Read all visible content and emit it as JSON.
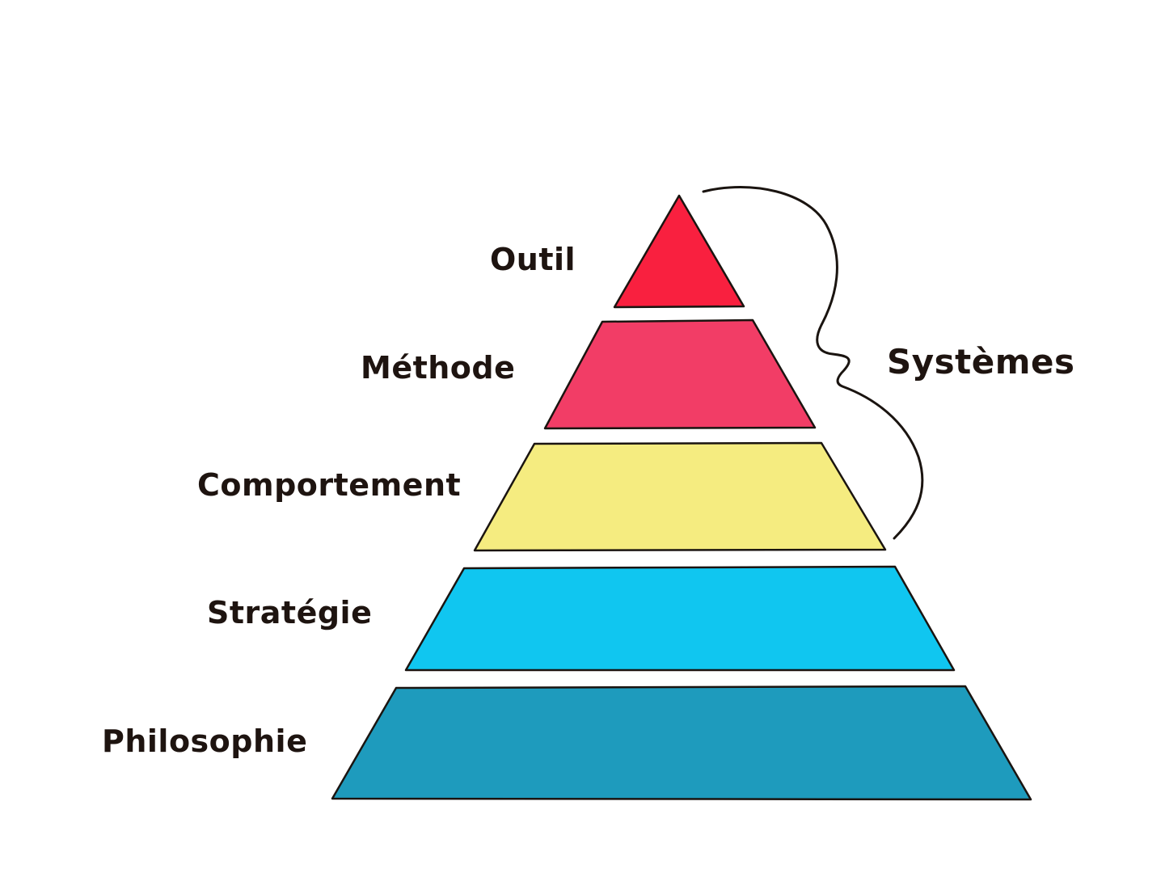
{
  "layers": [
    {
      "label": "Outil",
      "color": "#f9203f"
    },
    {
      "label": "Méthode",
      "color": "#f23d66"
    },
    {
      "label": "Comportement",
      "color": "#f5ec80"
    },
    {
      "label": "Stratégie",
      "color": "#10c6f0"
    },
    {
      "label": "Philosophie",
      "color": "#1e9bbd"
    }
  ],
  "group": {
    "label": "Systèmes",
    "spans_layers": [
      "Outil",
      "Méthode",
      "Comportement"
    ]
  }
}
